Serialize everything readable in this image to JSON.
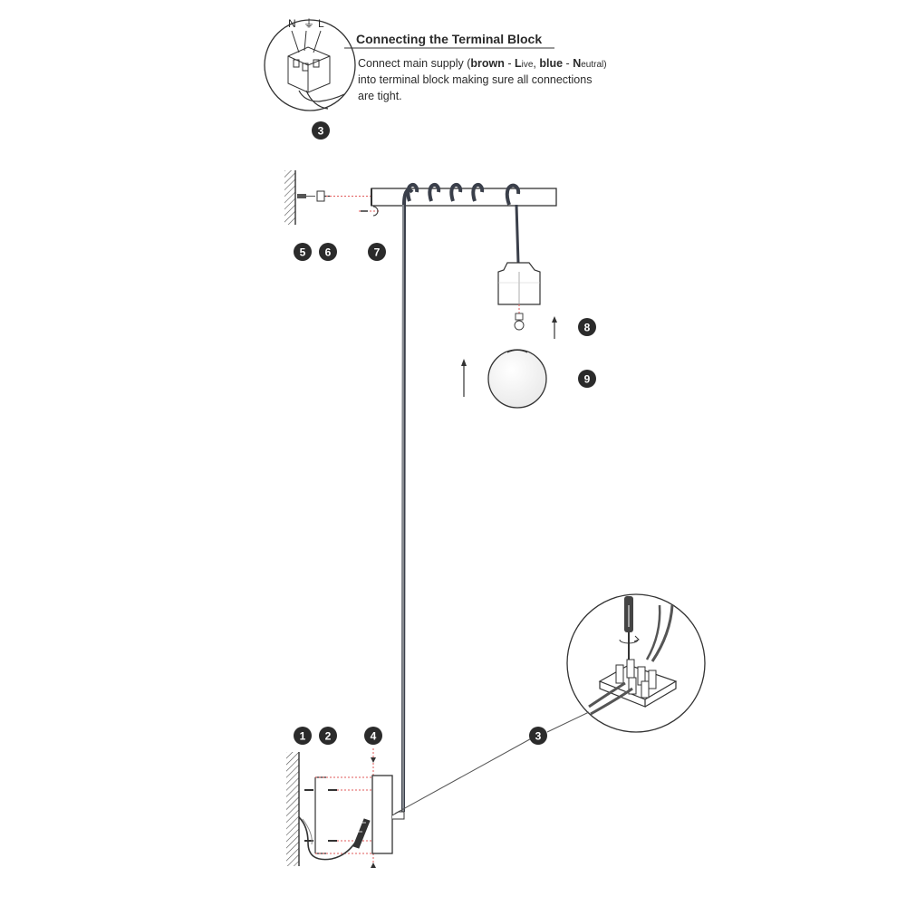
{
  "instruction": {
    "title": "Connecting the Terminal Block",
    "line1_pre": "Connect main supply (",
    "brown": "brown",
    "dash1": " - ",
    "L": "L",
    "ive": "ive",
    "comma": ", ",
    "blue": "blue",
    "dash2": " - ",
    "N": "N",
    "eutral": "eutral)",
    "line2": "into terminal block making  sure all connections",
    "line3": "are tight."
  },
  "terminal_labels": {
    "n": "N",
    "earth": "⏚",
    "l": "L"
  },
  "steps": {
    "s1": "1",
    "s2": "2",
    "s3_top": "3",
    "s3_bottom": "3",
    "s4": "4",
    "s5": "5",
    "s6": "6",
    "s7": "7",
    "s8": "8",
    "s9": "9"
  },
  "colors": {
    "ink": "#2b2b2b",
    "badge": "#2b2b2b",
    "cable": "#3a3f4a",
    "guide": "#e05a5a"
  }
}
